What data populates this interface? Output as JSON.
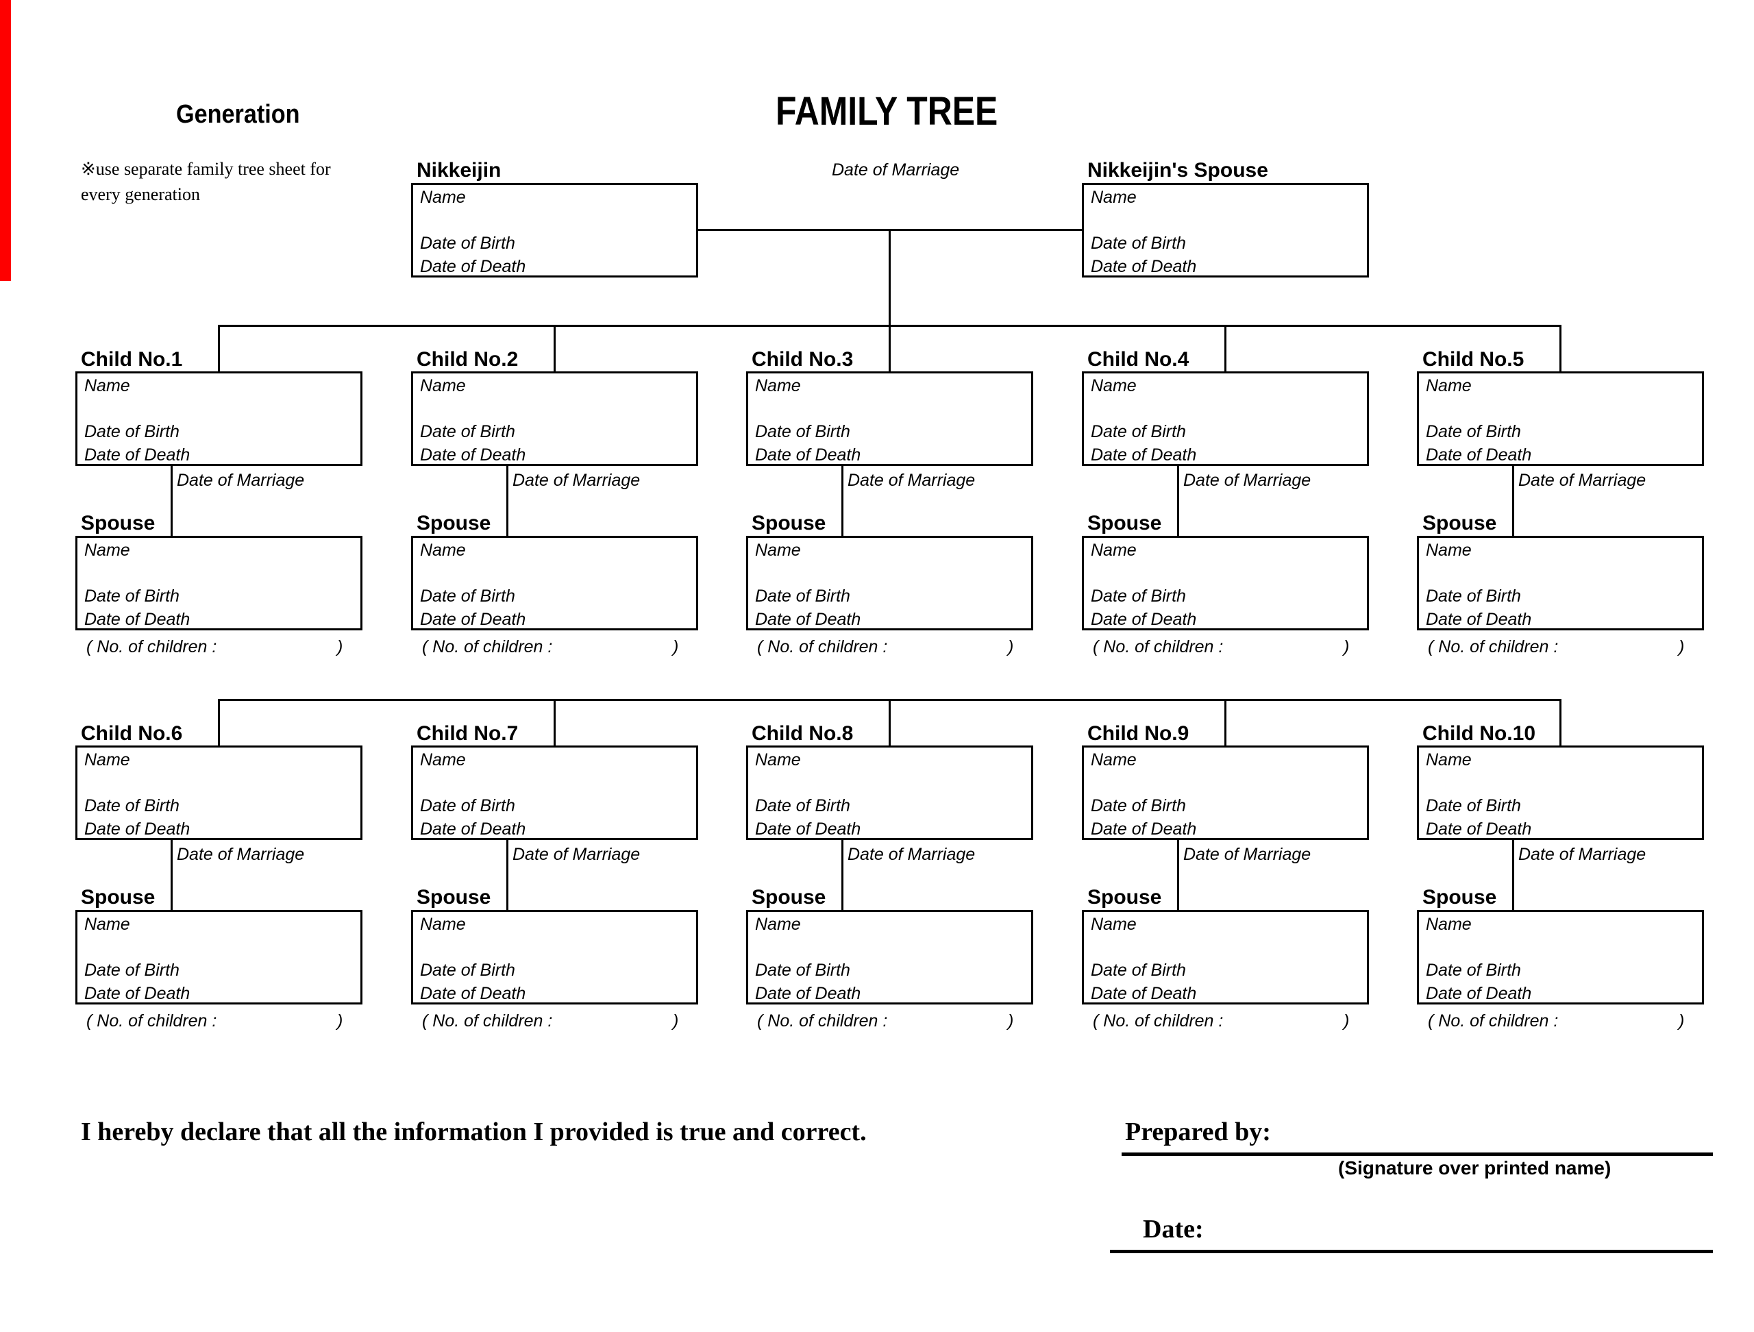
{
  "accent_color": "#fe0000",
  "header": {
    "generation_label": "Generation",
    "title": "FAMILY TREE",
    "note_line1": "※use separate family tree sheet for",
    "note_line2": "every generation"
  },
  "parents": {
    "person_label": "Nikkeijin",
    "spouse_label": "Nikkeijin's Spouse",
    "marriage_label": "Date of Marriage"
  },
  "fields": {
    "name": "Name",
    "date_of_birth": "Date of Birth",
    "date_of_death": "Date of Death",
    "date_of_marriage": "Date of Marriage",
    "spouse": "Spouse",
    "children_count_open": "( No. of children :",
    "children_count_close": ")"
  },
  "children": [
    {
      "label": "Child No.1"
    },
    {
      "label": "Child No.2"
    },
    {
      "label": "Child No.3"
    },
    {
      "label": "Child No.4"
    },
    {
      "label": "Child No.5"
    },
    {
      "label": "Child No.6"
    },
    {
      "label": "Child No.7"
    },
    {
      "label": "Child No.8"
    },
    {
      "label": "Child No.9"
    },
    {
      "label": "Child No.10"
    }
  ],
  "footer": {
    "declaration": "I hereby declare that all the information I provided is true and correct.",
    "prepared_by_label": "Prepared by:",
    "signature_caption": "(Signature over printed name)",
    "date_label": "Date:"
  }
}
